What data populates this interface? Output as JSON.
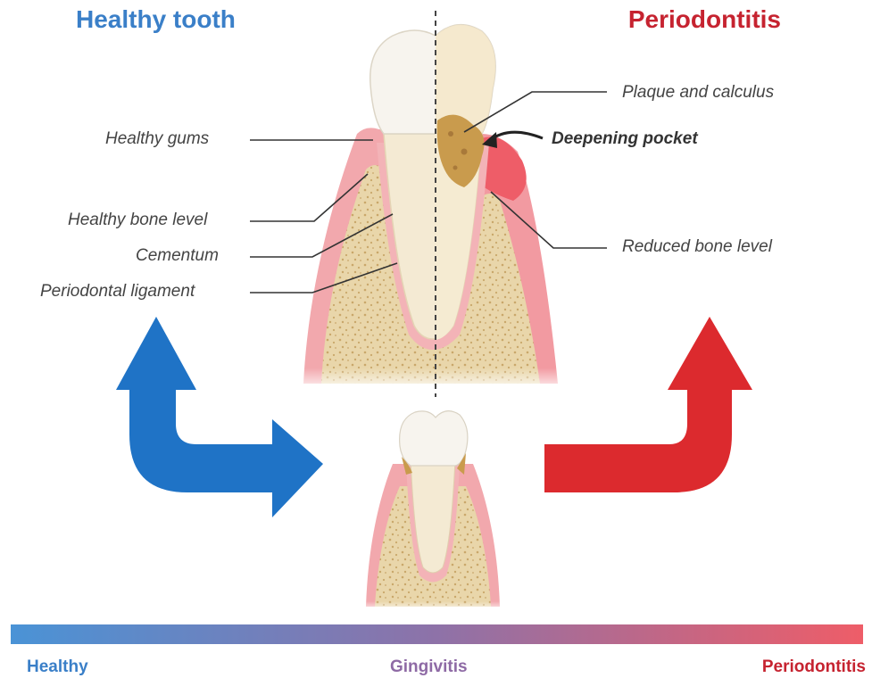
{
  "titles": {
    "left": "Healthy tooth",
    "right": "Periodontitis"
  },
  "labels_left": {
    "healthy_gums": "Healthy gums",
    "healthy_bone_level": "Healthy bone level",
    "cementum": "Cementum",
    "periodontal_ligament": "Periodontal ligament"
  },
  "labels_right": {
    "plaque_calculus": "Plaque and calculus",
    "deepening_pocket": "Deepening pocket",
    "reduced_bone_level": "Reduced bone level"
  },
  "scale": {
    "healthy": "Healthy",
    "gingivitis": "Gingivitis",
    "periodontitis": "Periodontitis"
  },
  "colors": {
    "healthy_blue": "#3a7fc8",
    "periodontitis_red": "#c62330",
    "gingivitis_purple": "#8e6aa5",
    "arrow_blue": "#1f73c6",
    "arrow_red": "#dc2a2e",
    "gum_pink": "#f2a0a6",
    "bone_tan": "#e7d3a6",
    "tooth_white": "#f6f2e9",
    "plaque_brown": "#c79a4c"
  }
}
